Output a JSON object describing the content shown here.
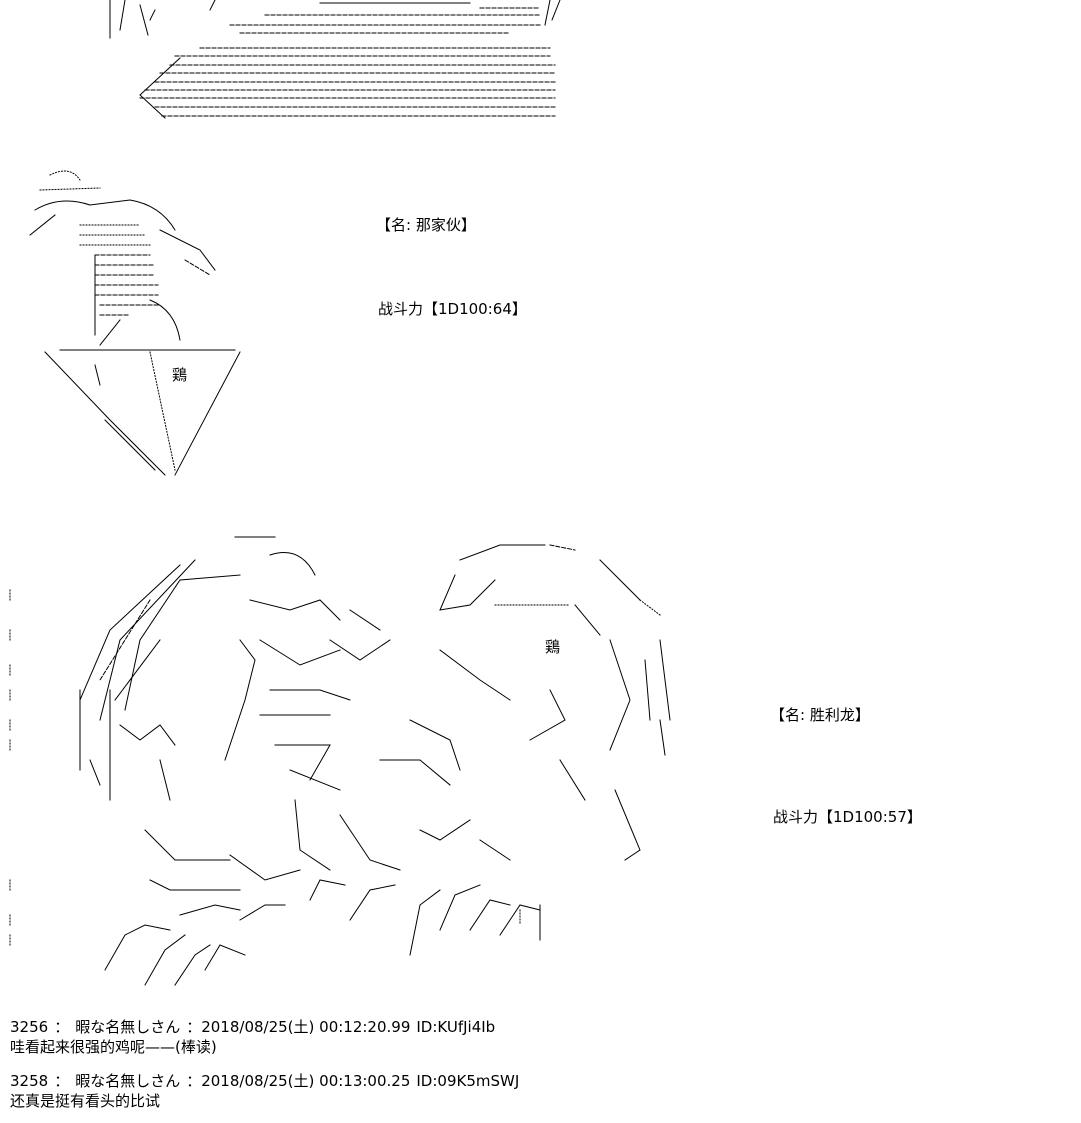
{
  "character_1": {
    "name_label": "【名: 那家伙】",
    "power_label": "战斗力【1D100:64】",
    "art_glyph": "鶏"
  },
  "character_2": {
    "name_label": "【名: 胜利龙】",
    "power_label": "战斗力【1D100:57】",
    "art_glyph": "鶏"
  },
  "posts": [
    {
      "number": "3256",
      "separator": "：",
      "name": "暇な名無しさん",
      "date": "：2018/08/25(土) 00:12:20.99",
      "id": "ID:KUfJi4Ib",
      "body": "哇看起来很强的鸡呢——(棒读)"
    },
    {
      "number": "3258",
      "separator": "：",
      "name": "暇な名無しさん",
      "date": "：2018/08/25(土) 00:13:00.25",
      "id": "ID:09K5mSWJ",
      "body": "还真是挺有看头的比试"
    }
  ]
}
